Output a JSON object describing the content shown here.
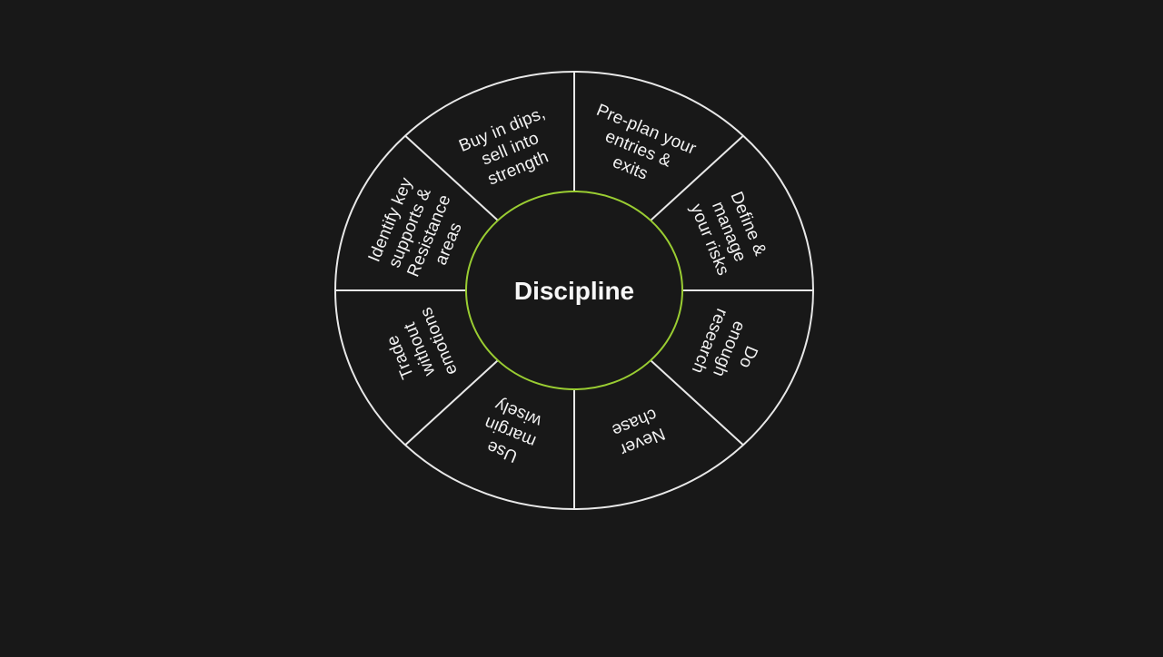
{
  "diagram": {
    "center_label": "Discipline",
    "segments": [
      {
        "lines": [
          "Pre-plan your",
          "entries &",
          "exits"
        ]
      },
      {
        "lines": [
          "Define &",
          "manage",
          "your risks"
        ]
      },
      {
        "lines": [
          "Do",
          "enough",
          "research"
        ]
      },
      {
        "lines": [
          "Never",
          "chase"
        ]
      },
      {
        "lines": [
          "Use",
          "margin",
          "wisely"
        ]
      },
      {
        "lines": [
          "Trade",
          "without",
          "emotions"
        ]
      },
      {
        "lines": [
          "Identify key",
          "supports &",
          "Resistance",
          "areas"
        ]
      },
      {
        "lines": [
          "Buy in dips,",
          "sell into",
          "strength"
        ]
      }
    ]
  },
  "colors": {
    "background": "#181818",
    "outline": "#e8e8e8",
    "center_ring": "#9acd32",
    "text": "#f2f2f2"
  }
}
